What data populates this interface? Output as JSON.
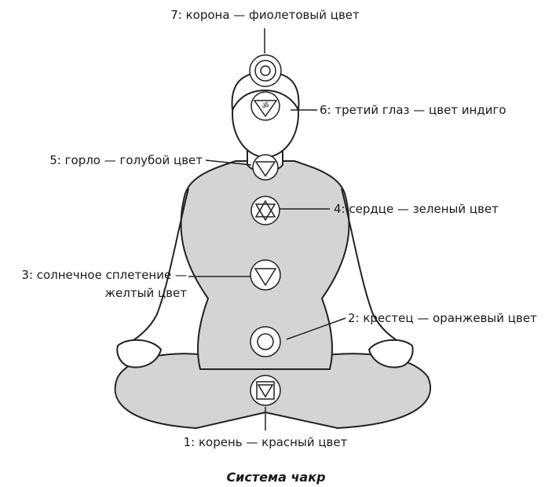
{
  "labels": {
    "crown": "7: корона — фиолетовый цвет",
    "third_eye": "6: третий глаз — цвет индиго",
    "throat": "5: горло — голубой цвет",
    "heart": "4: сердце — зеленый цвет",
    "solar_plexus_line1": "3: солнечное сплетение —",
    "solar_plexus_line2": "желтый цвет",
    "sacral": "2: крестец — оранжевый цвет",
    "root": "1: корень — красный цвет"
  },
  "caption": "Система чакр"
}
